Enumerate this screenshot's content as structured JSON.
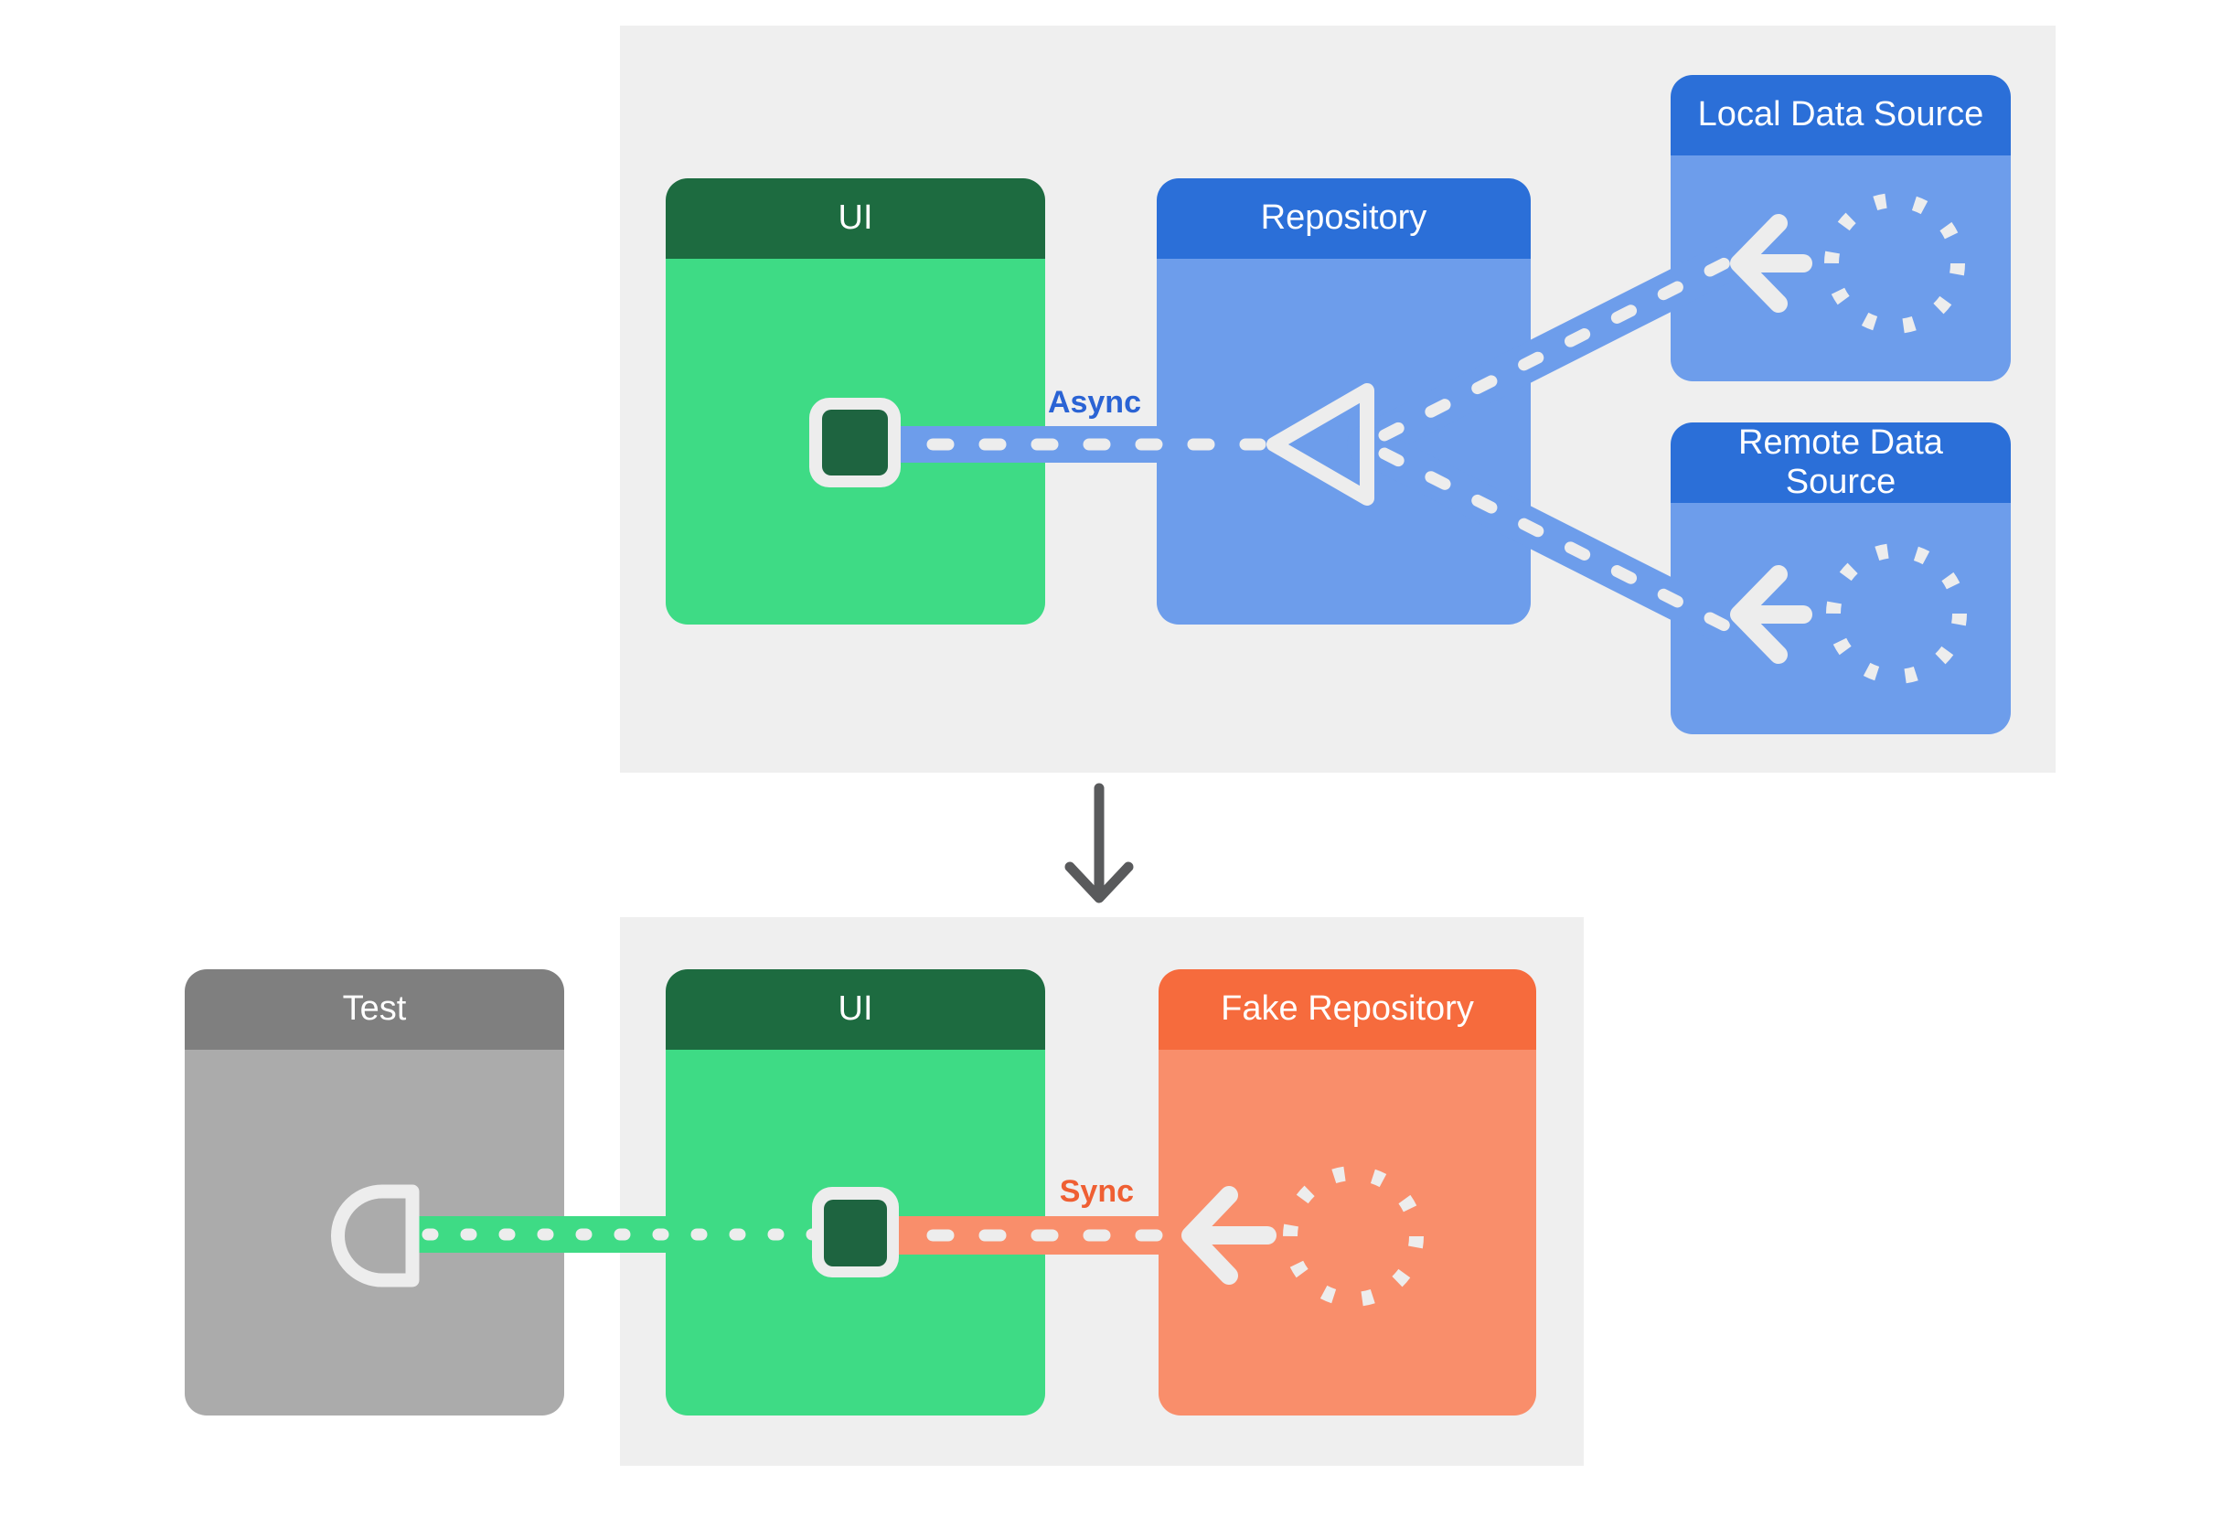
{
  "diagram": {
    "before": {
      "ui_title": "UI",
      "repository_title": "Repository",
      "local_title": "Local Data Source",
      "remote_title": "Remote Data Source",
      "async_label": "Async"
    },
    "after": {
      "test_title": "Test",
      "ui_title": "UI",
      "fake_repository_title": "Fake Repository",
      "sync_label": "Sync"
    },
    "icons": [
      "dashed-circle-icon",
      "left-arrow-icon",
      "hollow-triangle-icon",
      "ui-square-icon",
      "socket-icon",
      "down-arrow-icon"
    ]
  },
  "colors": {
    "page_bg": "#ffffff",
    "panel_bg": "#efefef",
    "green_header": "#1d6b40",
    "green_body": "#3edb85",
    "dark_green_square": "#1e6440",
    "blue_header": "#2b6fd8",
    "blue_body": "#6d9deb",
    "orange_header": "#f66b3d",
    "orange_body": "#f98e6b",
    "gray_header": "#7f7f7f",
    "gray_body": "#ababab",
    "async_text": "#2a63d4",
    "sync_text": "#ef5f33",
    "connector_white": "#ededed",
    "arrow_gray": "#595a5c"
  }
}
